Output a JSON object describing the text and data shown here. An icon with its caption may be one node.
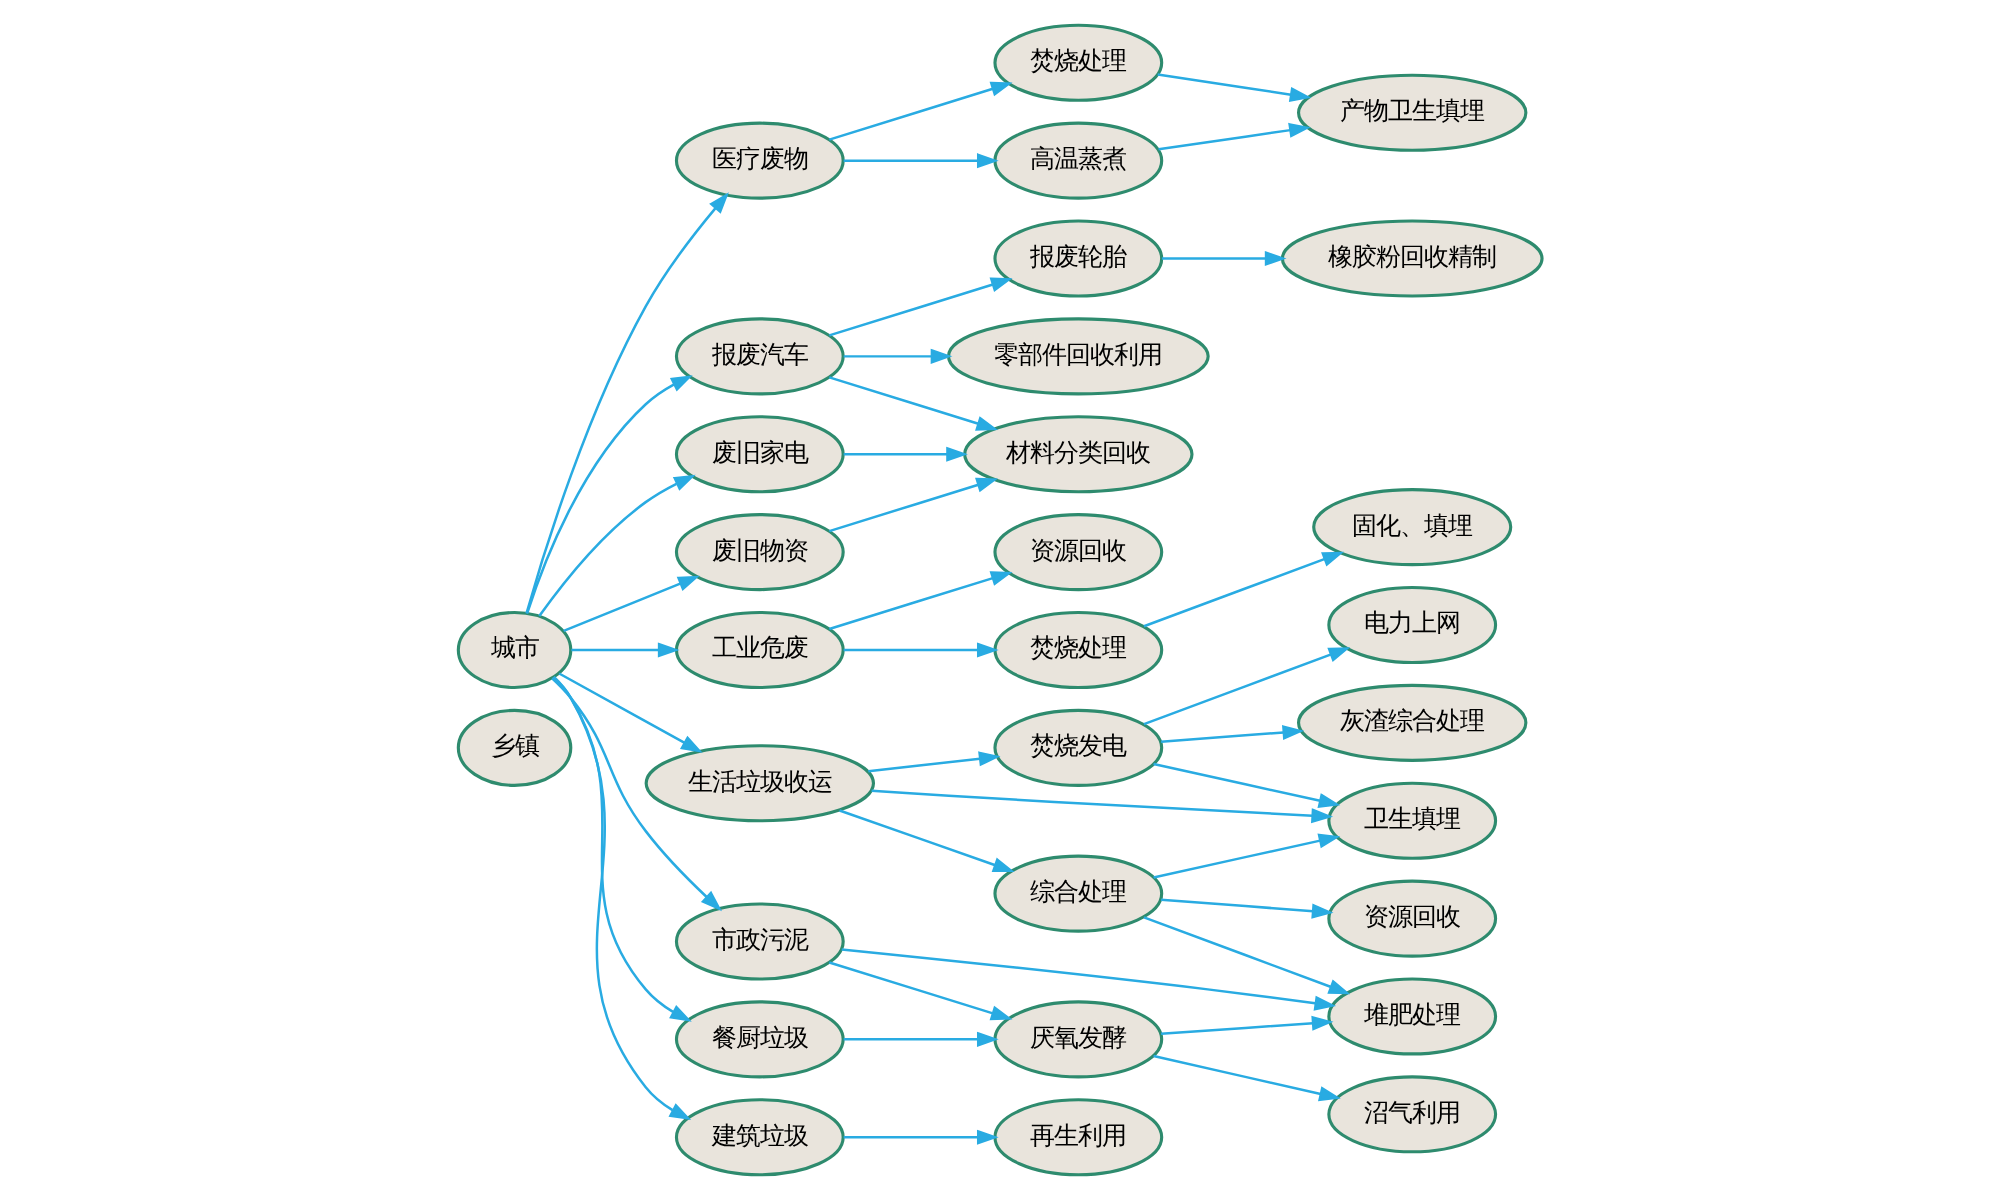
{
  "diagram": {
    "nodes": [
      {
        "text": [
          "乡镇"
        ]
      },
      {
        "text": [
          "城市"
        ]
      },
      {
        "text": [
          "医疗废物"
        ]
      },
      {
        "text": [
          "焚烧处理"
        ]
      },
      {
        "text": [
          "高温蒸煮"
        ]
      },
      {
        "text": [
          "产物卫生填埋"
        ]
      },
      {
        "text": [
          "报废汽车"
        ]
      },
      {
        "text": [
          "报废轮胎"
        ]
      },
      {
        "text": [
          "橡胶粉回收精制"
        ]
      },
      {
        "text": [
          "零部件回收利用"
        ]
      },
      {
        "text": [
          "废旧家电"
        ]
      },
      {
        "text": [
          "废旧物资"
        ]
      },
      {
        "text": [
          "材料分类回收"
        ]
      },
      {
        "text": [
          "工业危废"
        ]
      },
      {
        "text": [
          "资源回收"
        ]
      },
      {
        "text": [
          "焚烧处理"
        ]
      },
      {
        "text": [
          "固化、填埋"
        ]
      },
      {
        "text": [
          "生活垃圾收运"
        ]
      },
      {
        "text": [
          "焚烧发电"
        ]
      },
      {
        "text": [
          "电力上网"
        ]
      },
      {
        "text": [
          "灰渣综合处理"
        ]
      },
      {
        "text": [
          "建筑垃圾"
        ]
      },
      {
        "text": [
          "再生利用"
        ]
      },
      {
        "text": [
          "餐厨垃圾"
        ]
      },
      {
        "text": [
          "市政污泥"
        ]
      },
      {
        "text": [
          "厌氧发酵"
        ]
      },
      {
        "text": [
          "沼气利用"
        ]
      },
      {
        "text": [
          "堆肥处理"
        ]
      },
      {
        "text": [
          "综合处理"
        ]
      },
      {
        "text": [
          "资源回收"
        ]
      },
      {
        "text": [
          "卫生填埋"
        ]
      }
    ],
    "edges": [
      {
        "from": 1,
        "to": 2,
        "arrow": "to"
      },
      {
        "from": 2,
        "to": 3,
        "arrow": "to"
      },
      {
        "from": 2,
        "to": 4,
        "arrow": "to"
      },
      {
        "from": 3,
        "to": 5,
        "arrow": "to"
      },
      {
        "from": 4,
        "to": 5,
        "arrow": "to"
      },
      {
        "from": 1,
        "to": 6,
        "arrow": "to"
      },
      {
        "from": 6,
        "to": 7,
        "arrow": "to"
      },
      {
        "from": 7,
        "to": 8,
        "arrow": "to"
      },
      {
        "from": 6,
        "to": 9,
        "arrow": "to"
      },
      {
        "from": 6,
        "to": 12,
        "arrow": "to"
      },
      {
        "from": 1,
        "to": 10,
        "arrow": "to"
      },
      {
        "from": 10,
        "to": 12,
        "arrow": "to"
      },
      {
        "from": 1,
        "to": 11,
        "arrow": "to"
      },
      {
        "from": 11,
        "to": 12,
        "arrow": "to"
      },
      {
        "from": 1,
        "to": 13,
        "arrow": "to"
      },
      {
        "from": 13,
        "to": 14,
        "arrow": "to"
      },
      {
        "from": 13,
        "to": 15,
        "arrow": "to"
      },
      {
        "from": 15,
        "to": 16,
        "arrow": "to"
      },
      {
        "from": 1,
        "to": 17,
        "arrow": "to"
      },
      {
        "from": 17,
        "to": 18,
        "arrow": "to"
      },
      {
        "from": 17,
        "to": 28,
        "arrow": "to"
      },
      {
        "from": 17,
        "to": 30,
        "arrow": "to"
      },
      {
        "from": 18,
        "to": 19,
        "arrow": "to"
      },
      {
        "from": 18,
        "to": 20,
        "arrow": "to"
      },
      {
        "from": 18,
        "to": 30,
        "arrow": "to"
      },
      {
        "from": 28,
        "to": 30,
        "arrow": "to"
      },
      {
        "from": 28,
        "to": 27,
        "arrow": "to"
      },
      {
        "from": 28,
        "to": 29,
        "arrow": "to"
      },
      {
        "from": 1,
        "to": 21,
        "arrow": "to"
      },
      {
        "from": 21,
        "to": 22,
        "arrow": "to"
      },
      {
        "from": 1,
        "to": 23,
        "arrow": "to"
      },
      {
        "from": 1,
        "to": 24,
        "arrow": "to"
      },
      {
        "from": 23,
        "to": 25,
        "arrow": "to"
      },
      {
        "from": 24,
        "to": 25,
        "arrow": "to"
      },
      {
        "from": 25,
        "to": 26,
        "arrow": "to"
      },
      {
        "from": 25,
        "to": 27,
        "arrow": "to"
      },
      {
        "from": 24,
        "to": 27,
        "arrow": "to"
      }
    ]
  }
}
